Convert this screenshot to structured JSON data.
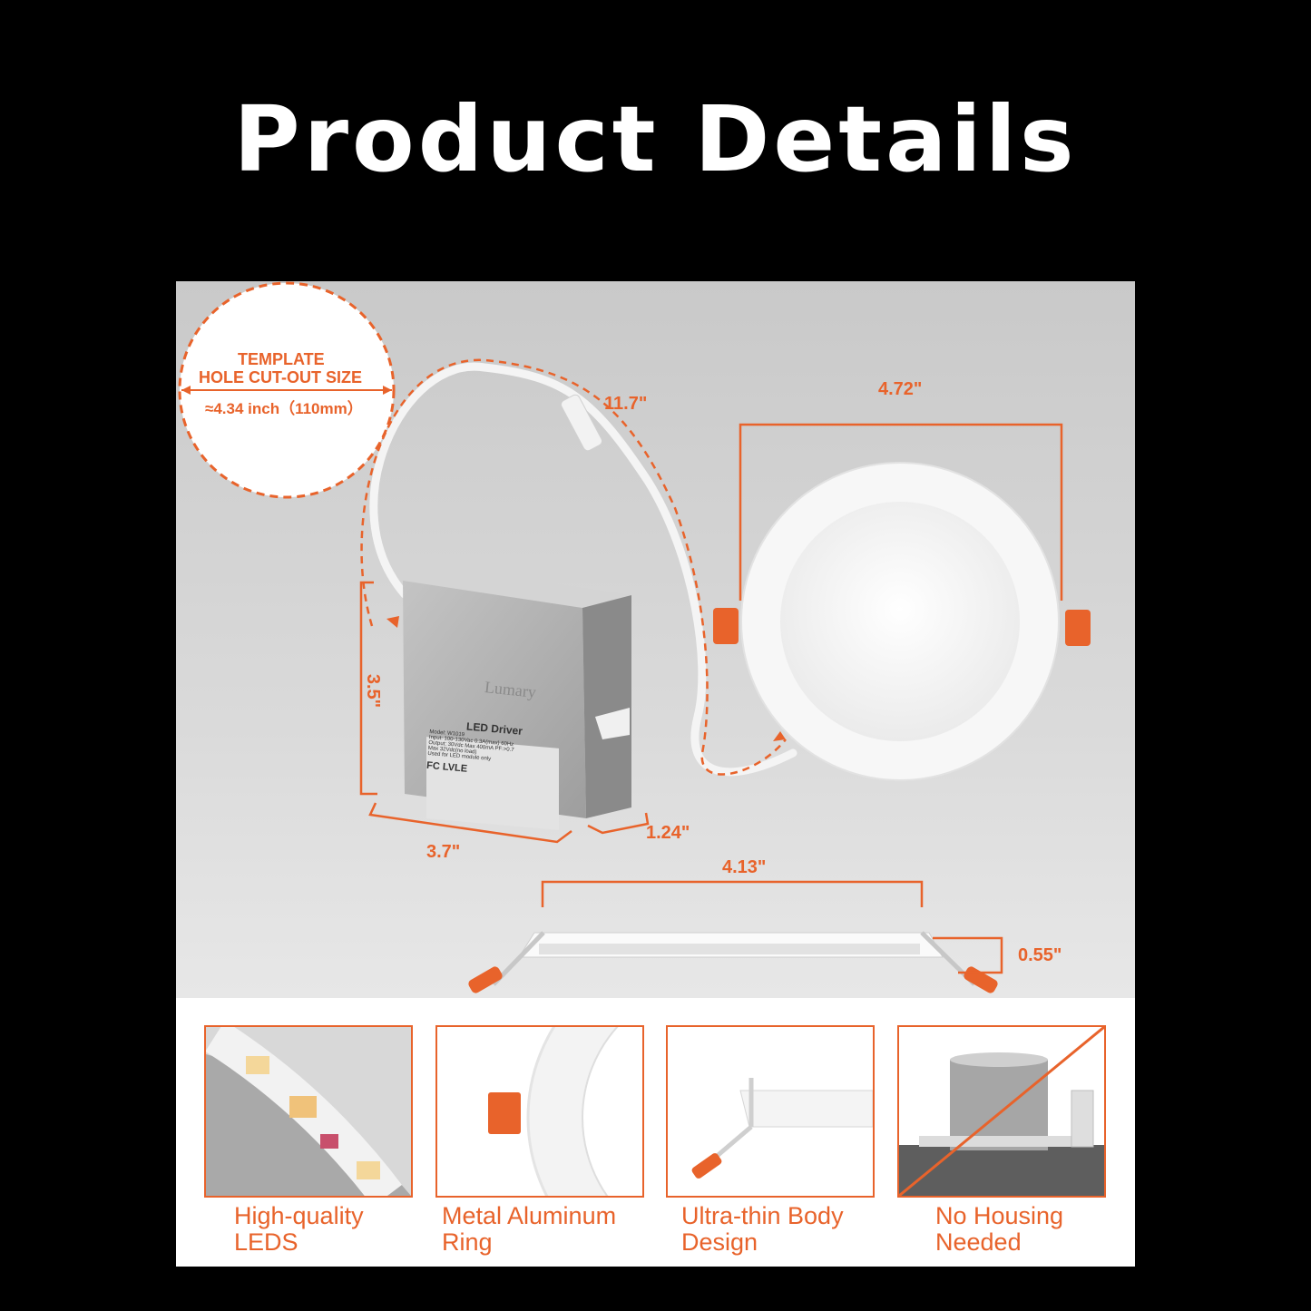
{
  "title": "Product Details",
  "template": {
    "line1": "TEMPLATE",
    "line2": "HOLE CUT-OUT SIZE",
    "line3": "≈4.34 inch（110mm）"
  },
  "dimensions": {
    "cable": "11.7\"",
    "light_diameter": "4.72\"",
    "box_height": "3.5\"",
    "box_width": "3.7\"",
    "box_depth": "1.24\"",
    "cutout_width": "4.13\"",
    "thickness": "0.55\""
  },
  "driver_box": {
    "brand": "Lumary",
    "label_title": "LED Driver",
    "label_lines": [
      "Model: W1019",
      "Input: 100-130Vac 0.3A(max) 60Hz",
      "Output: 30Vdc Max 400mA PF:>0.7",
      "Max 32Vdc(no load)",
      "Used for LED module only"
    ],
    "marks": "FC  LVLE"
  },
  "features": [
    {
      "caption": "High-quality\nLEDS"
    },
    {
      "caption": "Metal Aluminum\nRing"
    },
    {
      "caption": "Ultra-thin Body\nDesign"
    },
    {
      "caption": "No Housing\nNeeded"
    }
  ],
  "colors": {
    "accent": "#e8632b",
    "background": "#000000",
    "panel": "#d6d6d6"
  }
}
